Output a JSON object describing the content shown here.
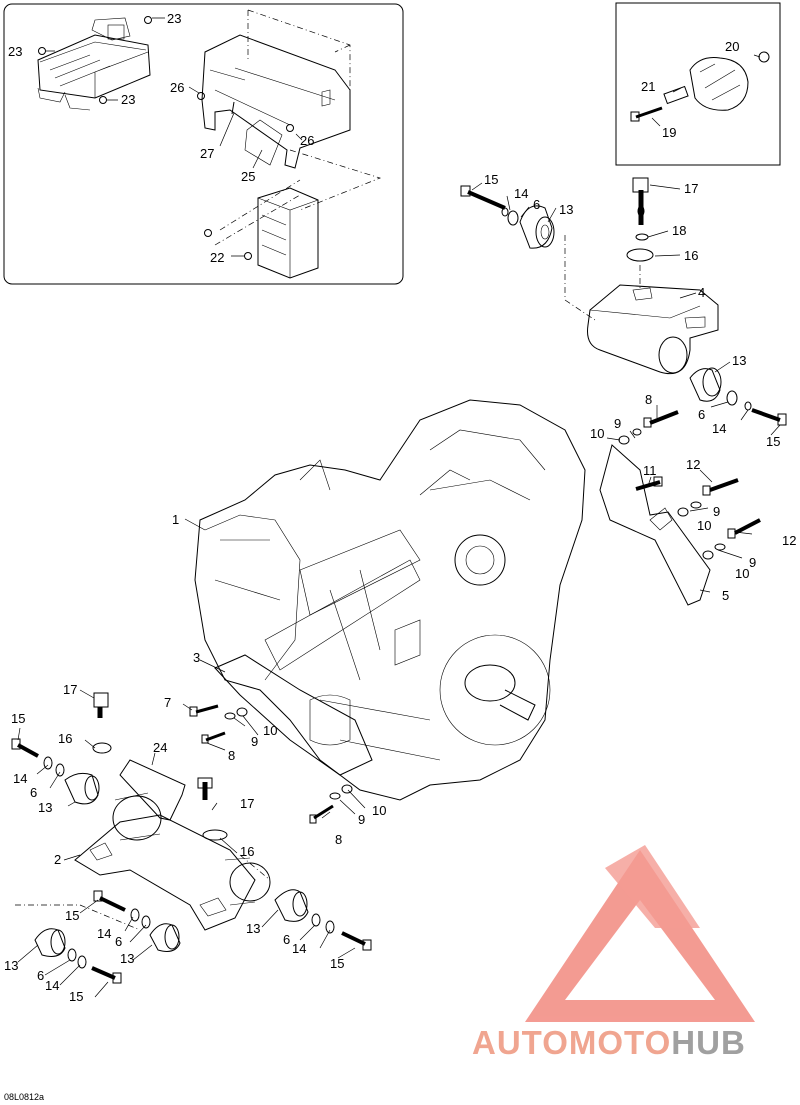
{
  "diagram": {
    "drawing_code": "08L0812a",
    "callouts": [
      {
        "id": "c-23a",
        "text": "23"
      },
      {
        "id": "c-23b",
        "text": "23"
      },
      {
        "id": "c-23c",
        "text": "23"
      },
      {
        "id": "c-26a",
        "text": "26"
      },
      {
        "id": "c-26b",
        "text": "26"
      },
      {
        "id": "c-27",
        "text": "27"
      },
      {
        "id": "c-25",
        "text": "25"
      },
      {
        "id": "c-22",
        "text": "22"
      },
      {
        "id": "c-20",
        "text": "20"
      },
      {
        "id": "c-21",
        "text": "21"
      },
      {
        "id": "c-19",
        "text": "19"
      },
      {
        "id": "c-15a",
        "text": "15"
      },
      {
        "id": "c-14a",
        "text": "14"
      },
      {
        "id": "c-6a",
        "text": "6"
      },
      {
        "id": "c-13a",
        "text": "13"
      },
      {
        "id": "c-17a",
        "text": "17"
      },
      {
        "id": "c-18",
        "text": "18"
      },
      {
        "id": "c-16a",
        "text": "16"
      },
      {
        "id": "c-4",
        "text": "4"
      },
      {
        "id": "c-13b",
        "text": "13"
      },
      {
        "id": "c-6b",
        "text": "6"
      },
      {
        "id": "c-14b",
        "text": "14"
      },
      {
        "id": "c-15b",
        "text": "15"
      },
      {
        "id": "c-8a",
        "text": "8"
      },
      {
        "id": "c-9a",
        "text": "9"
      },
      {
        "id": "c-10a",
        "text": "10"
      },
      {
        "id": "c-11",
        "text": "11"
      },
      {
        "id": "c-12a",
        "text": "12"
      },
      {
        "id": "c-9b",
        "text": "9"
      },
      {
        "id": "c-10b",
        "text": "10"
      },
      {
        "id": "c-12b",
        "text": "12"
      },
      {
        "id": "c-9c",
        "text": "9"
      },
      {
        "id": "c-10c",
        "text": "10"
      },
      {
        "id": "c-5",
        "text": "5"
      },
      {
        "id": "c-1",
        "text": "1"
      },
      {
        "id": "c-3",
        "text": "3"
      },
      {
        "id": "c-7",
        "text": "7"
      },
      {
        "id": "c-10d",
        "text": "10"
      },
      {
        "id": "c-9d",
        "text": "9"
      },
      {
        "id": "c-8b",
        "text": "8"
      },
      {
        "id": "c-17b",
        "text": "17"
      },
      {
        "id": "c-15c",
        "text": "15"
      },
      {
        "id": "c-16b",
        "text": "16"
      },
      {
        "id": "c-24",
        "text": "24"
      },
      {
        "id": "c-14c",
        "text": "14"
      },
      {
        "id": "c-6c",
        "text": "6"
      },
      {
        "id": "c-13c",
        "text": "13"
      },
      {
        "id": "c-17c",
        "text": "17"
      },
      {
        "id": "c-10e",
        "text": "10"
      },
      {
        "id": "c-9e",
        "text": "9"
      },
      {
        "id": "c-8c",
        "text": "8"
      },
      {
        "id": "c-2",
        "text": "2"
      },
      {
        "id": "c-16c",
        "text": "16"
      },
      {
        "id": "c-15d",
        "text": "15"
      },
      {
        "id": "c-14d",
        "text": "14"
      },
      {
        "id": "c-6d",
        "text": "6"
      },
      {
        "id": "c-13d",
        "text": "13"
      },
      {
        "id": "c-6e",
        "text": "6"
      },
      {
        "id": "c-14e",
        "text": "14"
      },
      {
        "id": "c-15e",
        "text": "15"
      },
      {
        "id": "c-13e",
        "text": "13"
      },
      {
        "id": "c-6f",
        "text": "6"
      },
      {
        "id": "c-14f",
        "text": "14"
      },
      {
        "id": "c-13f",
        "text": "13"
      },
      {
        "id": "c-15f",
        "text": "15"
      }
    ]
  },
  "watermark": {
    "text_part1": "AUTOMOTO",
    "text_part2": "HUB",
    "color_primary": "#f0a590",
    "color_secondary": "#a0a0a0",
    "color_logo": "#f28a80"
  }
}
